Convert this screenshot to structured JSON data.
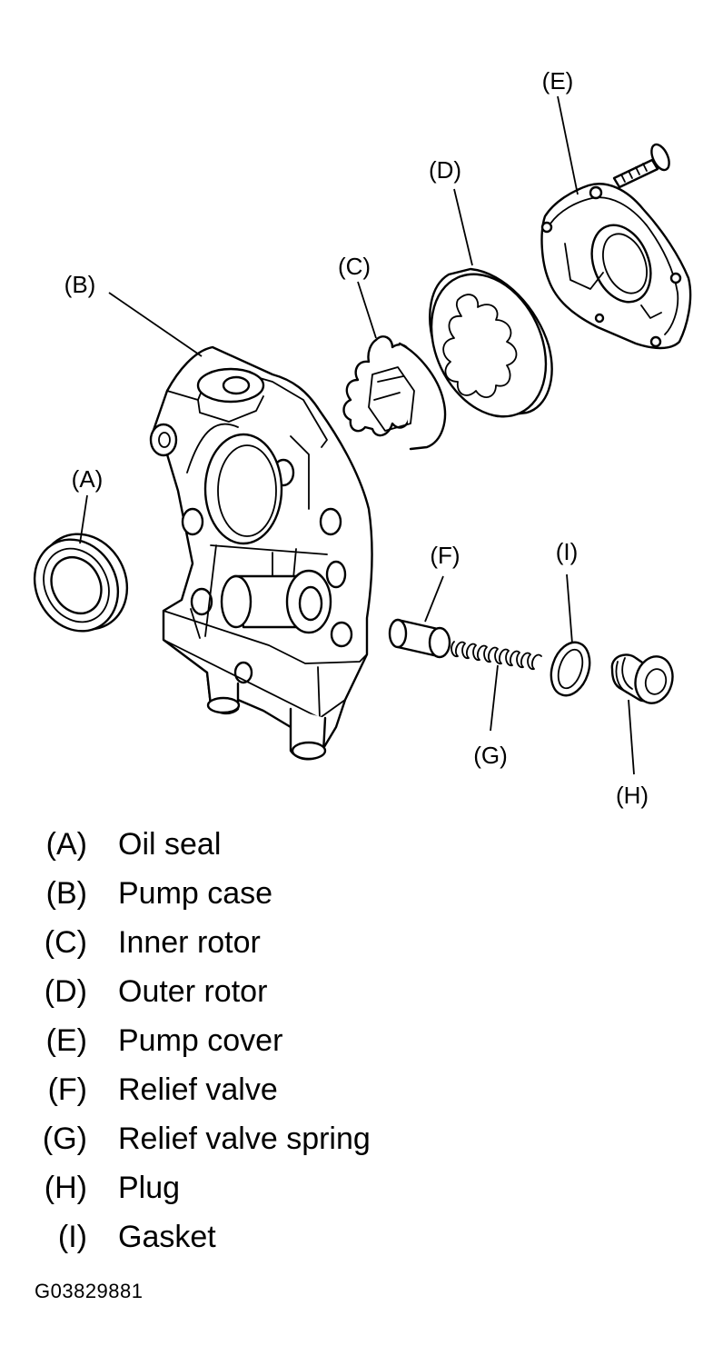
{
  "parts": [
    {
      "code": "(A)",
      "name": "Oil seal"
    },
    {
      "code": "(B)",
      "name": "Pump case"
    },
    {
      "code": "(C)",
      "name": "Inner rotor"
    },
    {
      "code": "(D)",
      "name": "Outer rotor"
    },
    {
      "code": "(E)",
      "name": "Pump cover"
    },
    {
      "code": "(F)",
      "name": "Relief valve"
    },
    {
      "code": "(G)",
      "name": "Relief valve spring"
    },
    {
      "code": "(H)",
      "name": "Plug"
    },
    {
      "code": "(I)",
      "name": "Gasket"
    }
  ],
  "figure_code": "G03829881"
}
